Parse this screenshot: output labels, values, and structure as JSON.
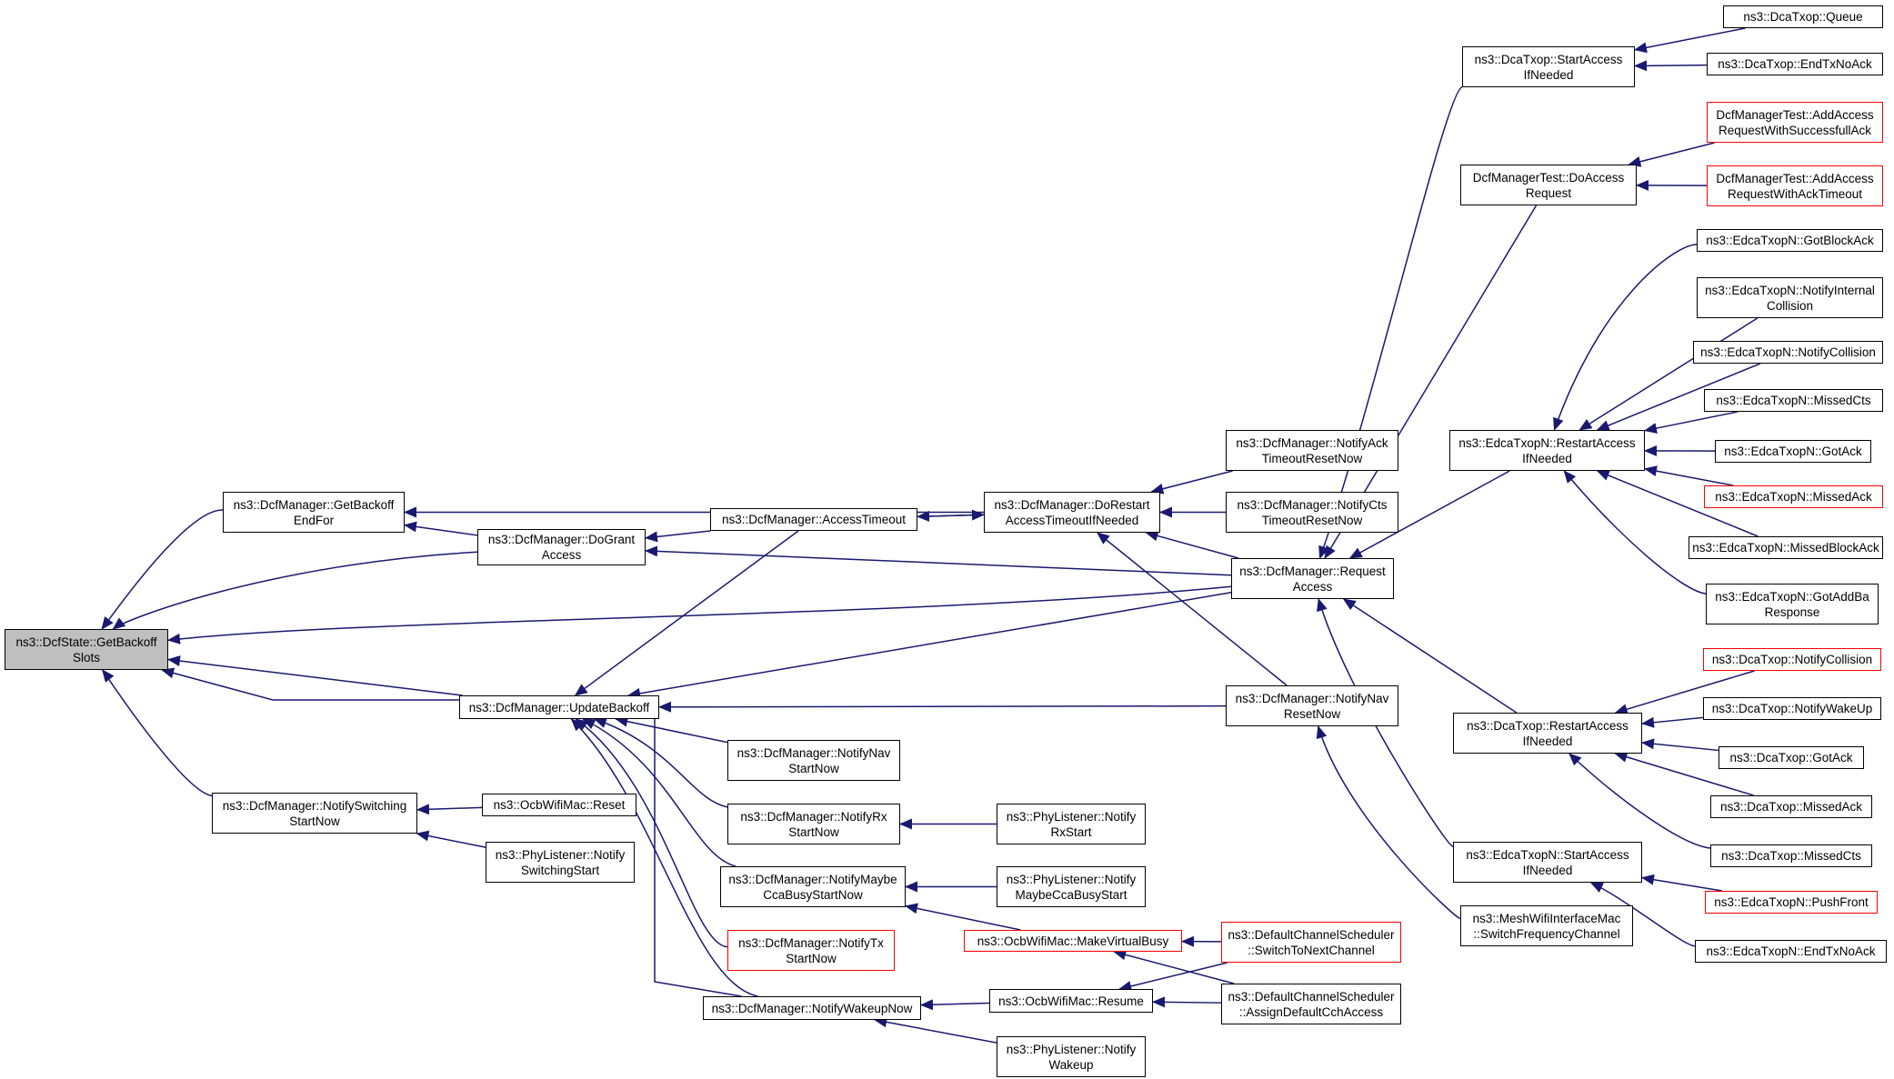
{
  "edge_color": "#191970",
  "nodes": [
    {
      "id": "root",
      "lines": [
        "ns3::DcfState::GetBackoff",
        "Slots"
      ],
      "style": "root"
    },
    {
      "id": "getBackoffEndFor",
      "lines": [
        "ns3::DcfManager::GetBackoff",
        "EndFor"
      ]
    },
    {
      "id": "doGrantAccess",
      "lines": [
        "ns3::DcfManager::DoGrant",
        "Access"
      ]
    },
    {
      "id": "accessTimeout",
      "lines": [
        "ns3::DcfManager::AccessTimeout"
      ]
    },
    {
      "id": "doRestart",
      "lines": [
        "ns3::DcfManager::DoRestart",
        "AccessTimeoutIfNeeded"
      ]
    },
    {
      "id": "notifyAckTimeout",
      "lines": [
        "ns3::DcfManager::NotifyAck",
        "TimeoutResetNow"
      ]
    },
    {
      "id": "notifyCtsTimeout",
      "lines": [
        "ns3::DcfManager::NotifyCts",
        "TimeoutResetNow"
      ]
    },
    {
      "id": "requestAccess",
      "lines": [
        "ns3::DcfManager::Request",
        "Access"
      ]
    },
    {
      "id": "updateBackoff",
      "lines": [
        "ns3::DcfManager::UpdateBackoff"
      ]
    },
    {
      "id": "notifyNavResetNow",
      "lines": [
        "ns3::DcfManager::NotifyNav",
        "ResetNow"
      ]
    },
    {
      "id": "notifyNavStartNow",
      "lines": [
        "ns3::DcfManager::NotifyNav",
        "StartNow"
      ]
    },
    {
      "id": "notifyRxStartNow",
      "lines": [
        "ns3::DcfManager::NotifyRx",
        "StartNow"
      ]
    },
    {
      "id": "phyRxStart",
      "lines": [
        "ns3::PhyListener::Notify",
        "RxStart"
      ]
    },
    {
      "id": "notifyMaybeCca",
      "lines": [
        "ns3::DcfManager::NotifyMaybe",
        "CcaBusyStartNow"
      ]
    },
    {
      "id": "phyMaybeCca",
      "lines": [
        "ns3::PhyListener::Notify",
        "MaybeCcaBusyStart"
      ]
    },
    {
      "id": "notifyTxStartNow",
      "lines": [
        "ns3::DcfManager::NotifyTx",
        "StartNow"
      ],
      "style": "red"
    },
    {
      "id": "makeVirtualBusy",
      "lines": [
        "ns3::OcbWifiMac::MakeVirtualBusy"
      ],
      "style": "red"
    },
    {
      "id": "switchToNextChannel",
      "lines": [
        "ns3::DefaultChannelScheduler",
        "::SwitchToNextChannel"
      ],
      "style": "red"
    },
    {
      "id": "notifyWakeupNow",
      "lines": [
        "ns3::DcfManager::NotifyWakeupNow"
      ]
    },
    {
      "id": "ocbResume",
      "lines": [
        "ns3::OcbWifiMac::Resume"
      ]
    },
    {
      "id": "assignDefaultCch",
      "lines": [
        "ns3::DefaultChannelScheduler",
        "::AssignDefaultCchAccess"
      ]
    },
    {
      "id": "phyWakeup",
      "lines": [
        "ns3::PhyListener::Notify",
        "Wakeup"
      ]
    },
    {
      "id": "notifySwitching",
      "lines": [
        "ns3::DcfManager::NotifySwitching",
        "StartNow"
      ]
    },
    {
      "id": "ocbReset",
      "lines": [
        "ns3::OcbWifiMac::Reset"
      ]
    },
    {
      "id": "phySwitching",
      "lines": [
        "ns3::PhyListener::Notify",
        "SwitchingStart"
      ]
    },
    {
      "id": "dcaStartAccess",
      "lines": [
        "ns3::DcaTxop::StartAccess",
        "IfNeeded"
      ]
    },
    {
      "id": "dcaQueue",
      "lines": [
        "ns3::DcaTxop::Queue"
      ]
    },
    {
      "id": "dcaEndTxNoAck",
      "lines": [
        "ns3::DcaTxop::EndTxNoAck"
      ]
    },
    {
      "id": "testDoAccess",
      "lines": [
        "DcfManagerTest::DoAccess",
        "Request"
      ]
    },
    {
      "id": "testSuccessfull",
      "lines": [
        "DcfManagerTest::AddAccess",
        "RequestWithSuccessfullAck"
      ],
      "style": "red"
    },
    {
      "id": "testAckTimeout",
      "lines": [
        "DcfManagerTest::AddAccess",
        "RequestWithAckTimeout"
      ],
      "style": "red"
    },
    {
      "id": "edcaRestart",
      "lines": [
        "ns3::EdcaTxopN::RestartAccess",
        "IfNeeded"
      ]
    },
    {
      "id": "edcaGotBlockAck",
      "lines": [
        "ns3::EdcaTxopN::GotBlockAck"
      ]
    },
    {
      "id": "edcaNotifyInternal",
      "lines": [
        "ns3::EdcaTxopN::NotifyInternal",
        "Collision"
      ]
    },
    {
      "id": "edcaNotifyCollision",
      "lines": [
        "ns3::EdcaTxopN::NotifyCollision"
      ]
    },
    {
      "id": "edcaMissedCts",
      "lines": [
        "ns3::EdcaTxopN::MissedCts"
      ]
    },
    {
      "id": "edcaGotAck",
      "lines": [
        "ns3::EdcaTxopN::GotAck"
      ]
    },
    {
      "id": "edcaMissedAck",
      "lines": [
        "ns3::EdcaTxopN::MissedAck"
      ],
      "style": "red"
    },
    {
      "id": "edcaMissedBlockAck",
      "lines": [
        "ns3::EdcaTxopN::MissedBlockAck"
      ]
    },
    {
      "id": "edcaGotAddBa",
      "lines": [
        "ns3::EdcaTxopN::GotAddBa",
        "Response"
      ]
    },
    {
      "id": "dcaRestart",
      "lines": [
        "ns3::DcaTxop::RestartAccess",
        "IfNeeded"
      ]
    },
    {
      "id": "dcaNotifyCollision",
      "lines": [
        "ns3::DcaTxop::NotifyCollision"
      ],
      "style": "red"
    },
    {
      "id": "dcaNotifyWakeUp",
      "lines": [
        "ns3::DcaTxop::NotifyWakeUp"
      ]
    },
    {
      "id": "dcaGotAck",
      "lines": [
        "ns3::DcaTxop::GotAck"
      ]
    },
    {
      "id": "dcaMissedAck",
      "lines": [
        "ns3::DcaTxop::MissedAck"
      ]
    },
    {
      "id": "dcaMissedCts",
      "lines": [
        "ns3::DcaTxop::MissedCts"
      ]
    },
    {
      "id": "edcaStartAccess",
      "lines": [
        "ns3::EdcaTxopN::StartAccess",
        "IfNeeded"
      ]
    },
    {
      "id": "edcaPushFront",
      "lines": [
        "ns3::EdcaTxopN::PushFront"
      ],
      "style": "red"
    },
    {
      "id": "edcaEndTxNoAck",
      "lines": [
        "ns3::EdcaTxopN::EndTxNoAck"
      ]
    },
    {
      "id": "meshSwitch",
      "lines": [
        "ns3::MeshWifiInterfaceMac",
        "::SwitchFrequencyChannel"
      ]
    }
  ]
}
